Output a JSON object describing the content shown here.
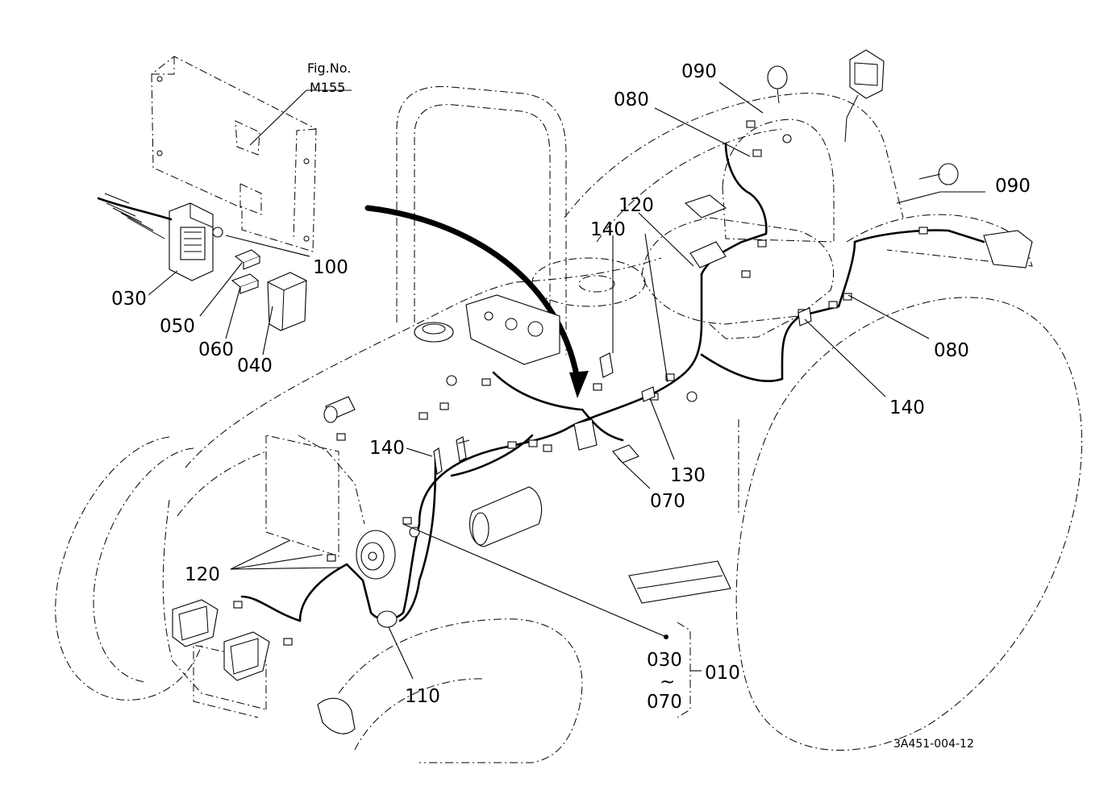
{
  "figure": {
    "ref_label": "Fig.No.",
    "ref_number": "M155",
    "drawing_id": "3A451-004-12"
  },
  "callouts": {
    "c_090_top": "090",
    "c_080_top": "080",
    "c_090_right": "090",
    "c_120_seat": "120",
    "c_140_seat": "140",
    "c_100": "100",
    "c_030": "030",
    "c_050": "050",
    "c_060": "060",
    "c_040": "040",
    "c_080_right": "080",
    "c_140_right": "140",
    "c_140_engine": "140",
    "c_130": "130",
    "c_070": "070",
    "c_120_front": "120",
    "c_110": "110",
    "c_030_bracket": "030",
    "c_tilde": "~",
    "c_070_bracket": "070",
    "c_010": "010"
  },
  "colors": {
    "line": "#000000",
    "background": "#ffffff"
  }
}
